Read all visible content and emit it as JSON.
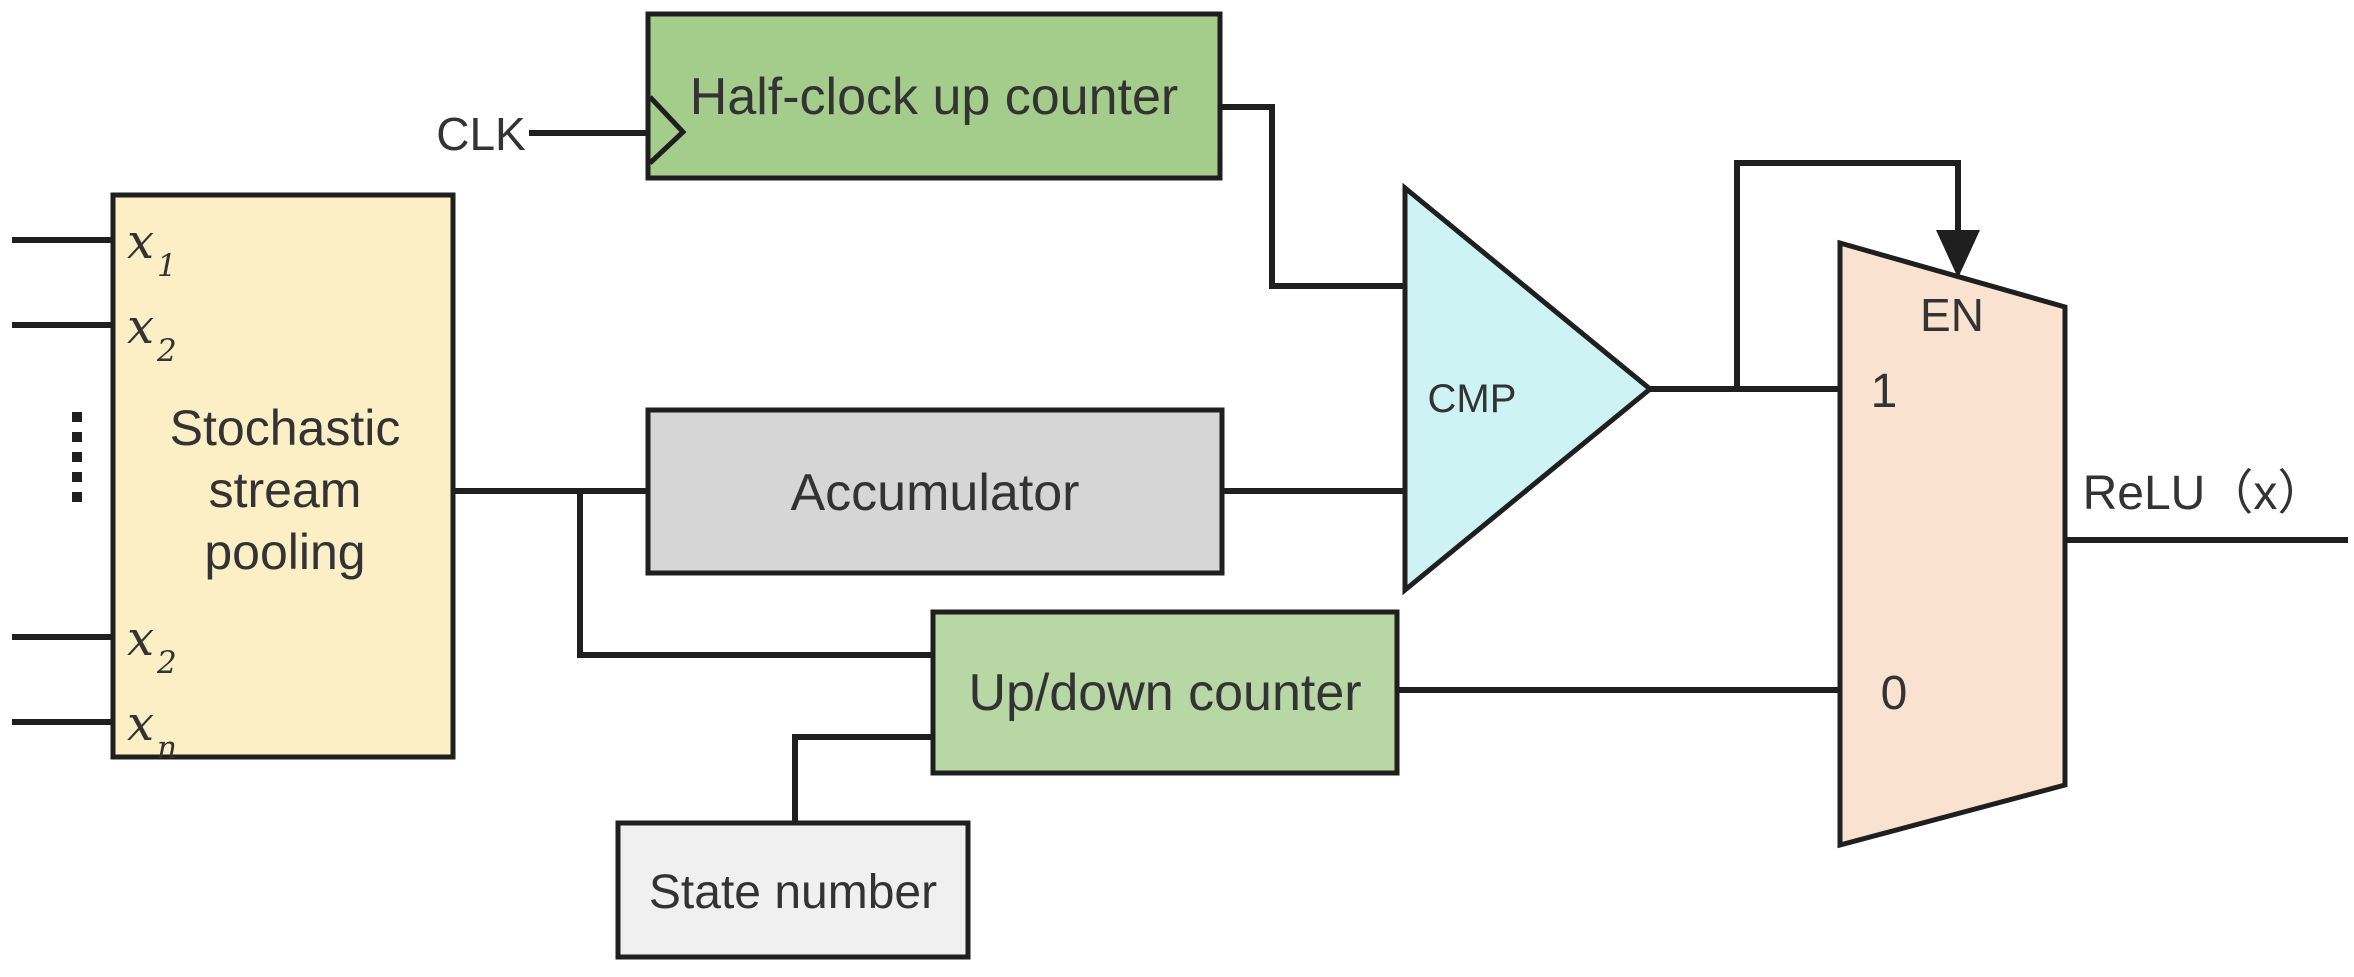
{
  "diagram": {
    "colors": {
      "wire": "#1f1f1f",
      "outline": "#1f1f1f",
      "text": "#333333",
      "pooling_fill": "#FCEFC6",
      "halfclock_fill": "#A4CD8C",
      "accumulator_fill": "#D6D6D6",
      "updown_fill": "#B7D7A5",
      "state_fill": "#F0F0F0",
      "cmp_fill": "#CDF3F5",
      "mux_fill": "#F9E2CF"
    },
    "blocks": {
      "pooling": {
        "lines": [
          "Stochastic",
          "stream",
          "pooling"
        ]
      },
      "halfclock": {
        "label": "Half-clock up counter"
      },
      "accumulator": {
        "label": "Accumulator"
      },
      "updown": {
        "label": "Up/down counter"
      },
      "state": {
        "label": "State number"
      },
      "cmp": {
        "label": "CMP"
      },
      "mux": {
        "en_label": "EN",
        "input1_label": "1",
        "input0_label": "0"
      }
    },
    "signals": {
      "clk": "CLK",
      "output": "ReLU（x）",
      "inputs": [
        {
          "base": "x",
          "sub": "1"
        },
        {
          "base": "x",
          "sub": "2"
        },
        {
          "base": "x",
          "sub": "2"
        },
        {
          "base": "x",
          "sub": "n"
        }
      ]
    }
  }
}
